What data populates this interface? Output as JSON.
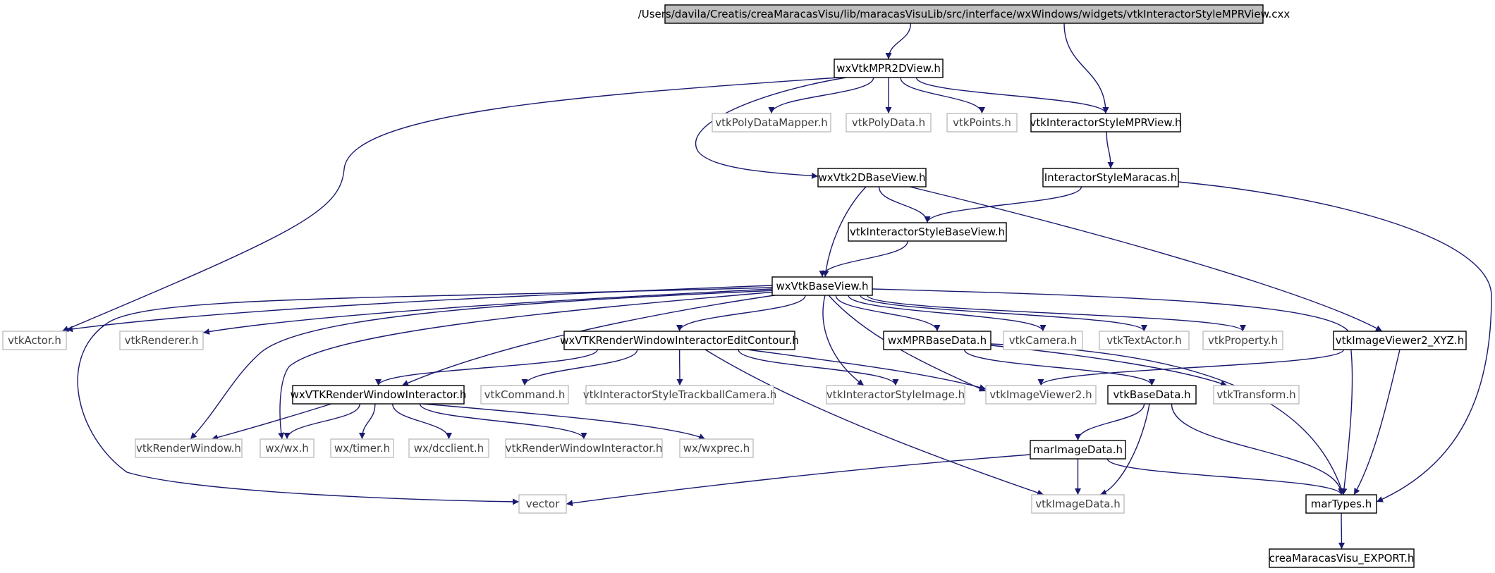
{
  "colors": {
    "edge": "#191970",
    "root_fill": "#bfbfbf",
    "root_border": "#000000",
    "project_border": "#000000",
    "external_border": "#bfbfbf",
    "project_text": "#000000",
    "external_text": "#3f3f3f"
  },
  "nodes": [
    {
      "id": "root",
      "label": "/Users/davila/Creatis/creaMaracasVisu/lib/maracasVisuLib/src/interface/wxWindows/widgets/vtkInteractorStyleMPRView.cxx",
      "kind": "root"
    },
    {
      "id": "wxVtkMPR2DView",
      "label": "wxVtkMPR2DView.h",
      "kind": "project"
    },
    {
      "id": "vtkPolyDataMapper",
      "label": "vtkPolyDataMapper.h",
      "kind": "external"
    },
    {
      "id": "vtkPolyData",
      "label": "vtkPolyData.h",
      "kind": "external"
    },
    {
      "id": "vtkPoints",
      "label": "vtkPoints.h",
      "kind": "external"
    },
    {
      "id": "vtkInteractorStyleMPRView",
      "label": "vtkInteractorStyleMPRView.h",
      "kind": "project"
    },
    {
      "id": "wxVtk2DBaseView",
      "label": "wxVtk2DBaseView.h",
      "kind": "project"
    },
    {
      "id": "InteractorStyleMaracas",
      "label": "InteractorStyleMaracas.h",
      "kind": "project"
    },
    {
      "id": "vtkInteractorStyleBaseView",
      "label": "vtkInteractorStyleBaseView.h",
      "kind": "project"
    },
    {
      "id": "wxVtkBaseView",
      "label": "wxVtkBaseView.h",
      "kind": "project"
    },
    {
      "id": "vtkActor",
      "label": "vtkActor.h",
      "kind": "external"
    },
    {
      "id": "vtkRenderer",
      "label": "vtkRenderer.h",
      "kind": "external"
    },
    {
      "id": "wxVTKRenderWindowInteractorEditContour",
      "label": "wxVTKRenderWindowInteractorEditContour.h",
      "kind": "project"
    },
    {
      "id": "wxMPRBaseData",
      "label": "wxMPRBaseData.h",
      "kind": "project"
    },
    {
      "id": "vtkCamera",
      "label": "vtkCamera.h",
      "kind": "external"
    },
    {
      "id": "vtkTextActor",
      "label": "vtkTextActor.h",
      "kind": "external"
    },
    {
      "id": "vtkProperty",
      "label": "vtkProperty.h",
      "kind": "external"
    },
    {
      "id": "vtkImageViewer2_XYZ",
      "label": "vtkImageViewer2_XYZ.h",
      "kind": "project"
    },
    {
      "id": "wxVTKRenderWindowInteractor",
      "label": "wxVTKRenderWindowInteractor.h",
      "kind": "project"
    },
    {
      "id": "vtkCommand",
      "label": "vtkCommand.h",
      "kind": "external"
    },
    {
      "id": "vtkInteractorStyleTrackballCamera",
      "label": "vtkInteractorStyleTrackballCamera.h",
      "kind": "external"
    },
    {
      "id": "vtkInteractorStyleImage",
      "label": "vtkInteractorStyleImage.h",
      "kind": "external"
    },
    {
      "id": "vtkImageViewer2",
      "label": "vtkImageViewer2.h",
      "kind": "external"
    },
    {
      "id": "vtkBaseData",
      "label": "vtkBaseData.h",
      "kind": "project"
    },
    {
      "id": "vtkTransform",
      "label": "vtkTransform.h",
      "kind": "external"
    },
    {
      "id": "vtkRenderWindow",
      "label": "vtkRenderWindow.h",
      "kind": "external"
    },
    {
      "id": "wx_wx",
      "label": "wx/wx.h",
      "kind": "external"
    },
    {
      "id": "wx_timer",
      "label": "wx/timer.h",
      "kind": "external"
    },
    {
      "id": "wx_dcclient",
      "label": "wx/dcclient.h",
      "kind": "external"
    },
    {
      "id": "vtkRenderWindowInteractor",
      "label": "vtkRenderWindowInteractor.h",
      "kind": "external"
    },
    {
      "id": "wx_wxprec",
      "label": "wx/wxprec.h",
      "kind": "external"
    },
    {
      "id": "marImageData",
      "label": "marImageData.h",
      "kind": "project"
    },
    {
      "id": "vector",
      "label": "vector",
      "kind": "external"
    },
    {
      "id": "vtkImageData",
      "label": "vtkImageData.h",
      "kind": "external"
    },
    {
      "id": "marTypes",
      "label": "marTypes.h",
      "kind": "project"
    },
    {
      "id": "creaMaracasVisu_EXPORT",
      "label": "creaMaracasVisu_EXPORT.h",
      "kind": "project"
    }
  ],
  "edges": [
    {
      "from": "root",
      "to": "wxVtkMPR2DView"
    },
    {
      "from": "root",
      "to": "vtkInteractorStyleMPRView"
    },
    {
      "from": "wxVtkMPR2DView",
      "to": "vtkActor"
    },
    {
      "from": "wxVtkMPR2DView",
      "to": "vtkPolyDataMapper"
    },
    {
      "from": "wxVtkMPR2DView",
      "to": "vtkPolyData"
    },
    {
      "from": "wxVtkMPR2DView",
      "to": "vtkPoints"
    },
    {
      "from": "wxVtkMPR2DView",
      "to": "vtkInteractorStyleMPRView"
    },
    {
      "from": "wxVtkMPR2DView",
      "to": "wxVtk2DBaseView"
    },
    {
      "from": "vtkInteractorStyleMPRView",
      "to": "InteractorStyleMaracas"
    },
    {
      "from": "InteractorStyleMaracas",
      "to": "vtkInteractorStyleBaseView"
    },
    {
      "from": "InteractorStyleMaracas",
      "to": "marTypes"
    },
    {
      "from": "wxVtk2DBaseView",
      "to": "vtkInteractorStyleBaseView"
    },
    {
      "from": "wxVtk2DBaseView",
      "to": "wxVtkBaseView"
    },
    {
      "from": "wxVtk2DBaseView",
      "to": "vtkImageViewer2_XYZ"
    },
    {
      "from": "vtkInteractorStyleBaseView",
      "to": "wxVtkBaseView"
    },
    {
      "from": "wxVtkBaseView",
      "to": "vtkActor"
    },
    {
      "from": "wxVtkBaseView",
      "to": "vtkRenderer"
    },
    {
      "from": "wxVtkBaseView",
      "to": "vector"
    },
    {
      "from": "wxVtkBaseView",
      "to": "vtkRenderWindow"
    },
    {
      "from": "wxVtkBaseView",
      "to": "wx_wx"
    },
    {
      "from": "wxVtkBaseView",
      "to": "wxVTKRenderWindowInteractor"
    },
    {
      "from": "wxVtkBaseView",
      "to": "wxVTKRenderWindowInteractorEditContour"
    },
    {
      "from": "wxVtkBaseView",
      "to": "vtkInteractorStyleImage"
    },
    {
      "from": "wxVtkBaseView",
      "to": "vtkImageViewer2"
    },
    {
      "from": "wxVtkBaseView",
      "to": "wxMPRBaseData"
    },
    {
      "from": "wxVtkBaseView",
      "to": "vtkCamera"
    },
    {
      "from": "wxVtkBaseView",
      "to": "vtkTextActor"
    },
    {
      "from": "wxVtkBaseView",
      "to": "vtkProperty"
    },
    {
      "from": "wxVtkBaseView",
      "to": "marTypes"
    },
    {
      "from": "wxVTKRenderWindowInteractorEditContour",
      "to": "wxVTKRenderWindowInteractor"
    },
    {
      "from": "wxVTKRenderWindowInteractorEditContour",
      "to": "vtkCommand"
    },
    {
      "from": "wxVTKRenderWindowInteractorEditContour",
      "to": "vtkInteractorStyleTrackballCamera"
    },
    {
      "from": "wxVTKRenderWindowInteractorEditContour",
      "to": "vtkInteractorStyleImage"
    },
    {
      "from": "wxVTKRenderWindowInteractorEditContour",
      "to": "vtkImageViewer2"
    },
    {
      "from": "wxVTKRenderWindowInteractorEditContour",
      "to": "vtkImageData"
    },
    {
      "from": "wxMPRBaseData",
      "to": "vtkBaseData"
    },
    {
      "from": "wxMPRBaseData",
      "to": "vtkTransform"
    },
    {
      "from": "wxMPRBaseData",
      "to": "marTypes"
    },
    {
      "from": "vtkImageViewer2_XYZ",
      "to": "vtkImageViewer2"
    },
    {
      "from": "vtkImageViewer2_XYZ",
      "to": "marTypes"
    },
    {
      "from": "wxVTKRenderWindowInteractor",
      "to": "vtkRenderWindow"
    },
    {
      "from": "wxVTKRenderWindowInteractor",
      "to": "wx_wx"
    },
    {
      "from": "wxVTKRenderWindowInteractor",
      "to": "wx_timer"
    },
    {
      "from": "wxVTKRenderWindowInteractor",
      "to": "wx_dcclient"
    },
    {
      "from": "wxVTKRenderWindowInteractor",
      "to": "vtkRenderWindowInteractor"
    },
    {
      "from": "wxVTKRenderWindowInteractor",
      "to": "wx_wxprec"
    },
    {
      "from": "vtkBaseData",
      "to": "marImageData"
    },
    {
      "from": "vtkBaseData",
      "to": "vtkImageData"
    },
    {
      "from": "vtkBaseData",
      "to": "marTypes"
    },
    {
      "from": "marImageData",
      "to": "vector"
    },
    {
      "from": "marImageData",
      "to": "vtkImageData"
    },
    {
      "from": "marImageData",
      "to": "marTypes"
    },
    {
      "from": "marTypes",
      "to": "creaMaracasVisu_EXPORT"
    }
  ]
}
